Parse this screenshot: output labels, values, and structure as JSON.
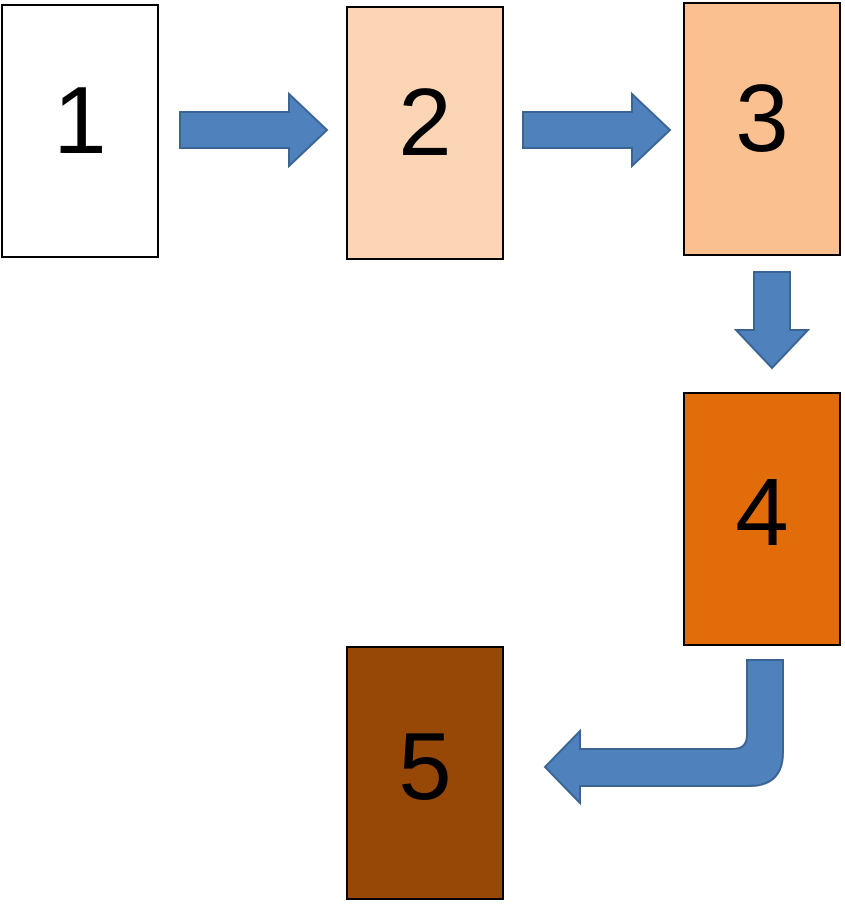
{
  "colors": {
    "arrow_fill": "#4f81bd",
    "arrow_stroke": "#3a6592",
    "border": "#000000"
  },
  "steps": [
    {
      "label": "1",
      "fill": "#ffffff"
    },
    {
      "label": "2",
      "fill": "#fcd5b5"
    },
    {
      "label": "3",
      "fill": "#fac090"
    },
    {
      "label": "4",
      "fill": "#e36c0a"
    },
    {
      "label": "5",
      "fill": "#974806"
    }
  ]
}
